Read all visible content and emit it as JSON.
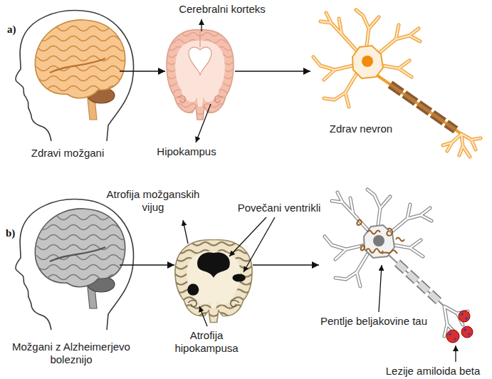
{
  "diagram": {
    "nodes": [
      {
        "text": [
          "Zdravi možgani"
        ]
      },
      {
        "text": [
          "Cerebralni korteks",
          "Hipokampus"
        ]
      },
      {
        "text": [
          "Zdrav nevron"
        ]
      },
      {
        "text": [
          "Možgani z Alzheimerjevo boleznijo"
        ]
      },
      {
        "text": [
          "Atrofija možganskih vijug",
          "Povečani ventrikli",
          "Atrofija hipokampusa"
        ]
      },
      {
        "text": [
          "Pentlje beljakovine tau",
          "Lezije amiloida beta"
        ]
      }
    ],
    "edges": [
      {
        "from": 0,
        "to": 1,
        "arrow": "to"
      },
      {
        "from": 1,
        "to": 2,
        "arrow": "to"
      },
      {
        "from": 3,
        "to": 4,
        "arrow": "to"
      },
      {
        "from": 4,
        "to": 5,
        "arrow": "to"
      }
    ],
    "labels": [
      "a)",
      "b)"
    ]
  }
}
